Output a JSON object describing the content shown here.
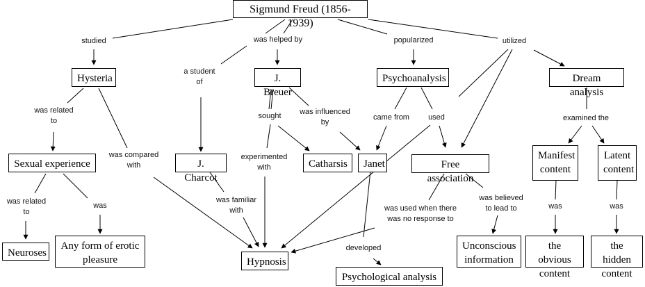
{
  "title": "Sigmund Freud concept map",
  "nodes": {
    "freud": "Sigmund Freud (1856-1939)",
    "hysteria": "Hysteria",
    "breuer": "J. Breuer",
    "psychoanalysis": "Psychoanalysis",
    "dream": "Dream analysis",
    "sexual": "Sexual experience",
    "charcot": "J. Charcot",
    "catharsis": "Catharsis",
    "janet": "Janet",
    "freeassoc": "Free association",
    "manifest": "Manifest\ncontent",
    "latent": "Latent\ncontent",
    "neuroses": "Neuroses",
    "erotic": "Any form of erotic\npleasure",
    "hypnosis": "Hypnosis",
    "psychological": "Psychological analysis",
    "unconscious": "Unconscious\ninformation",
    "obvious": "the obvious\ncontent",
    "hidden": "the hidden\ncontent"
  },
  "links": {
    "studied": "studied",
    "helped": "was helped by",
    "popularized": "popularized",
    "utilized": "utilized",
    "student_of": "a student\nof",
    "related_to_1": "was related\nto",
    "compared": "was compared\nwith",
    "sought": "sought",
    "influenced": "was influenced\nby",
    "came_from": "came from",
    "used": "used",
    "examined": "examined the",
    "experimented": "experimented\nwith",
    "related_to_2": "was related\nto",
    "was_1": "was",
    "familiar": "was familiar\nwith",
    "used_when": "was used when there\nwas no response to",
    "believed": "was believed\nto lead to",
    "developed": "developed",
    "was_2": "was",
    "was_3": "was"
  }
}
